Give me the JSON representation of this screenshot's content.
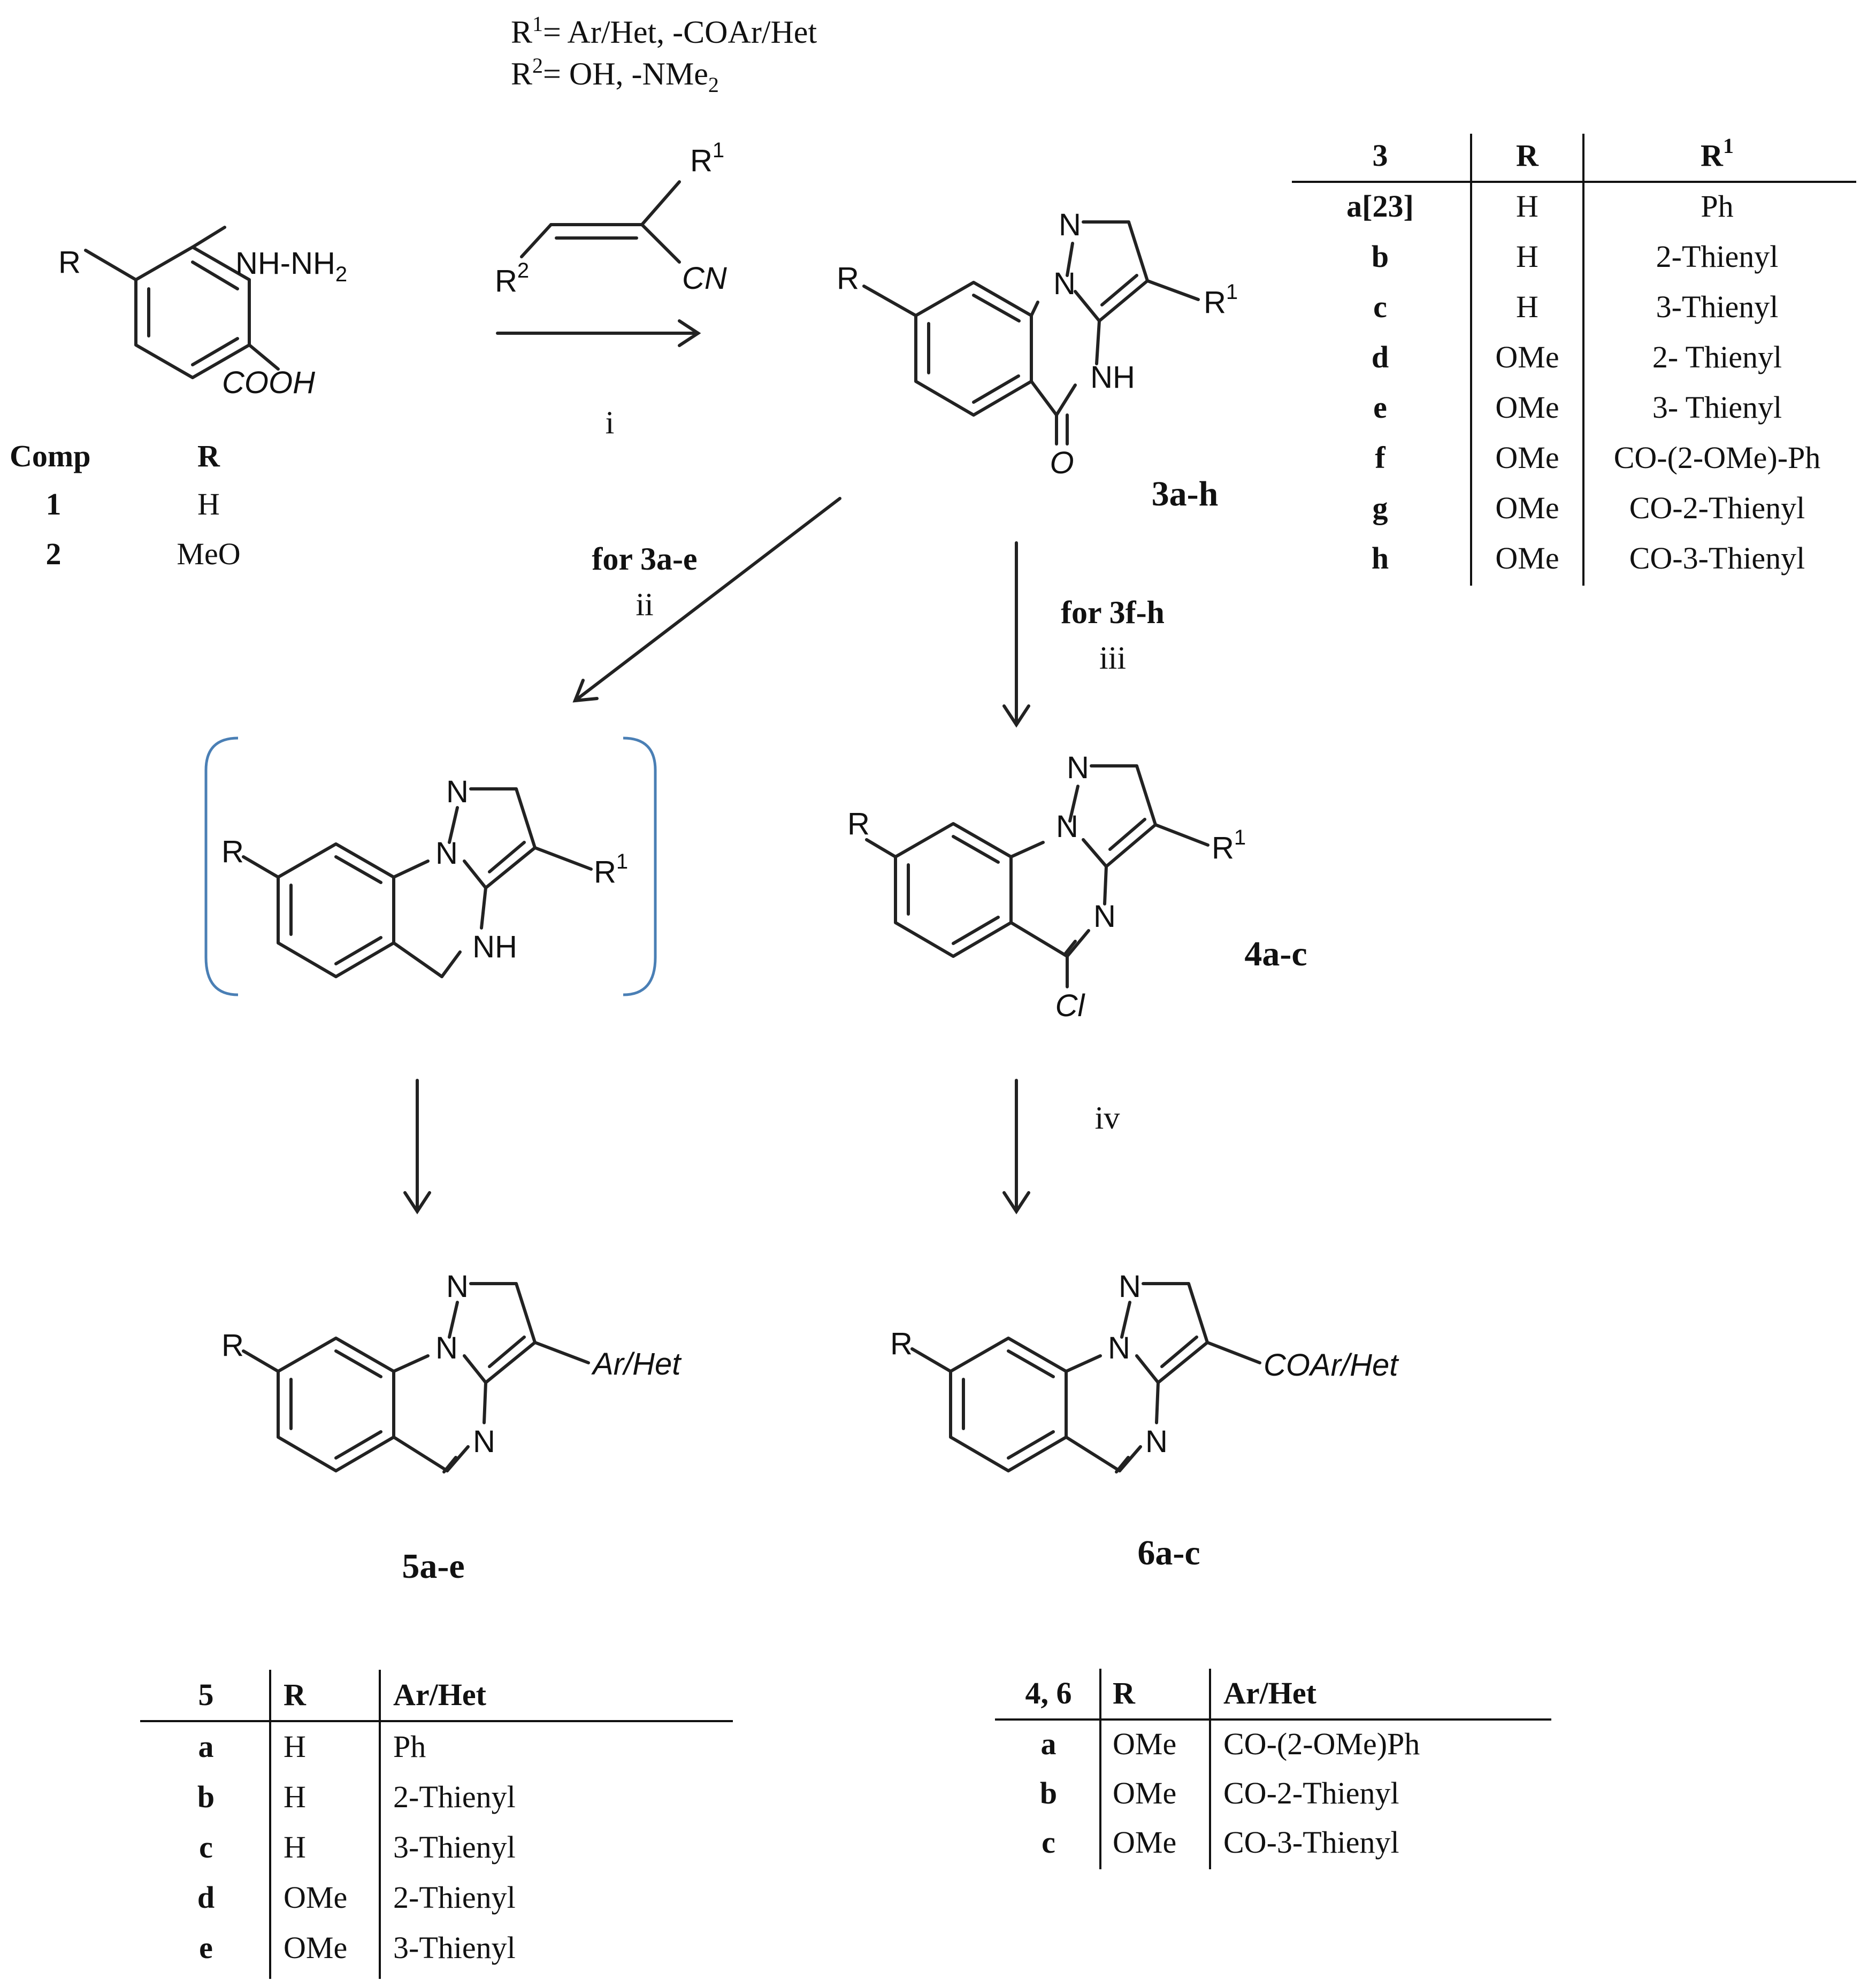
{
  "header": {
    "r1_prefix": "R",
    "r1_sup": "1",
    "r1_def": "=   Ar/Het, -COAr/Het",
    "r2_prefix": "R",
    "r2_sup": "2",
    "r2_def": "=   OH, -NMe",
    "r2_sub": "2"
  },
  "atoms": {
    "R": "R",
    "R1": "R",
    "R1_sup": "1",
    "R2": "R",
    "R2_sup": "2",
    "N": "N",
    "NH": "NH",
    "O": "O",
    "Cl": "Cl",
    "CN": "CN",
    "COOH": "COOH",
    "hydrazine": "NH-NH",
    "hydrazine_sub": "2",
    "ArHet": "Ar/Het",
    "COArHet": "COAr/Het"
  },
  "conditions": {
    "i": "i",
    "ii": "ii",
    "iii": "iii",
    "iv": "iv",
    "for_3ae": "for 3a-e",
    "for_3fh": "for 3f-h"
  },
  "labels": {
    "cpd3": "3a-h",
    "cpd4": "4a-c",
    "cpd5": "5a-e",
    "cpd6": "6a-c"
  },
  "comp_table": {
    "headers": [
      "Comp",
      "R"
    ],
    "rows": [
      [
        "1",
        "H"
      ],
      [
        "2",
        "MeO"
      ]
    ]
  },
  "table3": {
    "headers": [
      "3",
      "R",
      "R",
      "1"
    ],
    "rows": [
      [
        "a[23]",
        "H",
        "Ph"
      ],
      [
        "b",
        "H",
        "2-Thienyl"
      ],
      [
        "c",
        "H",
        "3-Thienyl"
      ],
      [
        "d",
        "OMe",
        "2- Thienyl"
      ],
      [
        "e",
        "OMe",
        "3- Thienyl"
      ],
      [
        "f",
        "OMe",
        "CO-(2-OMe)-Ph"
      ],
      [
        "g",
        "OMe",
        "CO-2-Thienyl"
      ],
      [
        "h",
        "OMe",
        "CO-3-Thienyl"
      ]
    ]
  },
  "table5": {
    "headers": [
      "5",
      "R",
      "Ar/Het"
    ],
    "rows": [
      [
        "a",
        "H",
        "Ph"
      ],
      [
        "b",
        "H",
        "2-Thienyl"
      ],
      [
        "c",
        "H",
        "3-Thienyl"
      ],
      [
        "d",
        "OMe",
        "2-Thienyl"
      ],
      [
        "e",
        "OMe",
        "3-Thienyl"
      ]
    ]
  },
  "table46": {
    "headers": [
      "4, 6",
      "R",
      "Ar/Het"
    ],
    "rows": [
      [
        "a",
        "OMe",
        "CO-(2-OMe)Ph"
      ],
      [
        "b",
        "OMe",
        "CO-2-Thienyl"
      ],
      [
        "c",
        "OMe",
        "CO-3-Thienyl"
      ]
    ]
  },
  "colors": {
    "ink": "#111111",
    "bracket": "#4a7fb5"
  }
}
